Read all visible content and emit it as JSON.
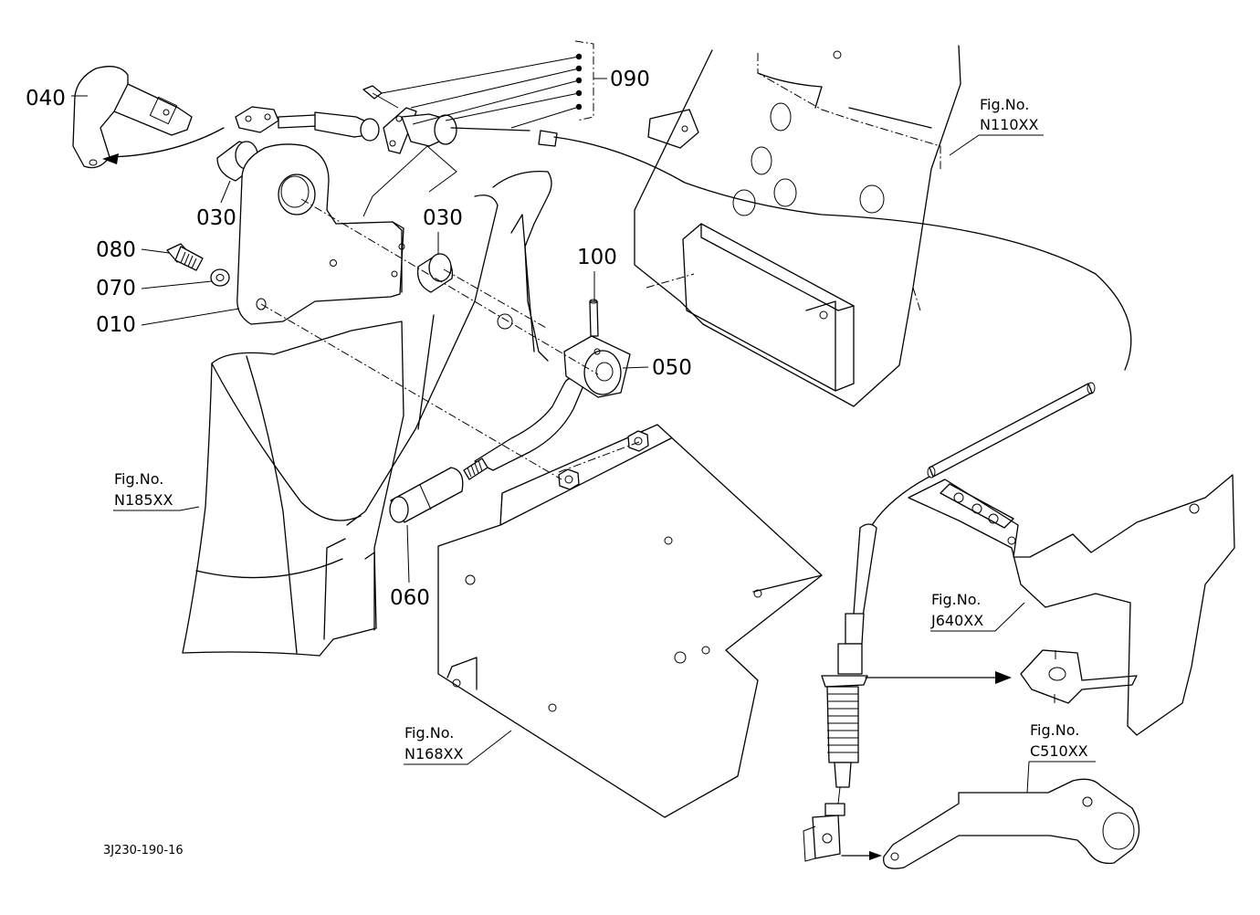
{
  "parts": {
    "p010": "010",
    "p030a": "030",
    "p030b": "030",
    "p040": "040",
    "p050": "050",
    "p060": "060",
    "p070": "070",
    "p080": "080",
    "p090": "090",
    "p100": "100"
  },
  "figrefs": {
    "n110": {
      "label": "Fig.No.",
      "code": "N110XX"
    },
    "n185": {
      "label": "Fig.No.",
      "code": "N185XX"
    },
    "n168": {
      "label": "Fig.No.",
      "code": "N168XX"
    },
    "j640": {
      "label": "Fig.No.",
      "code": "J640XX"
    },
    "c510": {
      "label": "Fig.No.",
      "code": "C510XX"
    }
  },
  "drawing_code": "3J230-190-16"
}
